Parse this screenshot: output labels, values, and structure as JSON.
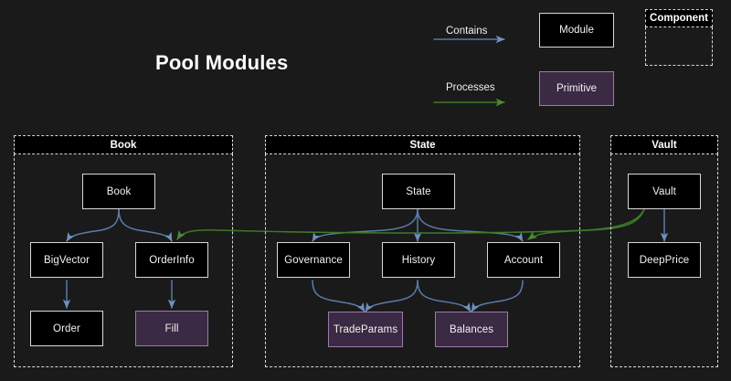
{
  "title": "Pool Modules",
  "colors": {
    "background": "#1a1a1a",
    "module_fill": "#000000",
    "module_border": "#d8d8d8",
    "primitive_fill": "#3b2a43",
    "primitive_border": "#9b7aab",
    "contains_arrow": "#5b7ba8",
    "processes_arrow": "#3d7a2a",
    "group_border": "#d8d8d8",
    "text": "#f2f2f2"
  },
  "legend": {
    "contains_label": "Contains",
    "processes_label": "Processes",
    "module_label": "Module",
    "primitive_label": "Primitive",
    "component_label": "Component"
  },
  "groups": [
    {
      "id": "book",
      "label": "Book"
    },
    {
      "id": "state",
      "label": "State"
    },
    {
      "id": "vault",
      "label": "Vault"
    }
  ],
  "nodes": [
    {
      "id": "book",
      "label": "Book",
      "type": "module",
      "group": "book"
    },
    {
      "id": "bigvector",
      "label": "BigVector",
      "type": "module",
      "group": "book"
    },
    {
      "id": "orderinfo",
      "label": "OrderInfo",
      "type": "module",
      "group": "book"
    },
    {
      "id": "order",
      "label": "Order",
      "type": "module",
      "group": "book"
    },
    {
      "id": "fill",
      "label": "Fill",
      "type": "primitive",
      "group": "book"
    },
    {
      "id": "state",
      "label": "State",
      "type": "module",
      "group": "state"
    },
    {
      "id": "governance",
      "label": "Governance",
      "type": "module",
      "group": "state"
    },
    {
      "id": "history",
      "label": "History",
      "type": "module",
      "group": "state"
    },
    {
      "id": "account",
      "label": "Account",
      "type": "module",
      "group": "state"
    },
    {
      "id": "tradeparams",
      "label": "TradeParams",
      "type": "primitive",
      "group": "state"
    },
    {
      "id": "balances",
      "label": "Balances",
      "type": "primitive",
      "group": "state"
    },
    {
      "id": "vault",
      "label": "Vault",
      "type": "module",
      "group": "vault"
    },
    {
      "id": "deepprice",
      "label": "DeepPrice",
      "type": "module",
      "group": "vault"
    }
  ],
  "edges": [
    {
      "from": "book",
      "to": "bigvector",
      "kind": "contains"
    },
    {
      "from": "book",
      "to": "orderinfo",
      "kind": "contains"
    },
    {
      "from": "bigvector",
      "to": "order",
      "kind": "contains"
    },
    {
      "from": "orderinfo",
      "to": "fill",
      "kind": "contains"
    },
    {
      "from": "state",
      "to": "governance",
      "kind": "contains"
    },
    {
      "from": "state",
      "to": "history",
      "kind": "contains"
    },
    {
      "from": "state",
      "to": "account",
      "kind": "contains"
    },
    {
      "from": "governance",
      "to": "tradeparams",
      "kind": "contains"
    },
    {
      "from": "history",
      "to": "tradeparams",
      "kind": "contains"
    },
    {
      "from": "history",
      "to": "balances",
      "kind": "contains"
    },
    {
      "from": "account",
      "to": "balances",
      "kind": "contains"
    },
    {
      "from": "vault",
      "to": "deepprice",
      "kind": "contains"
    },
    {
      "from": "vault",
      "to": "account",
      "kind": "processes"
    },
    {
      "from": "vault",
      "to": "orderinfo",
      "kind": "processes"
    }
  ]
}
